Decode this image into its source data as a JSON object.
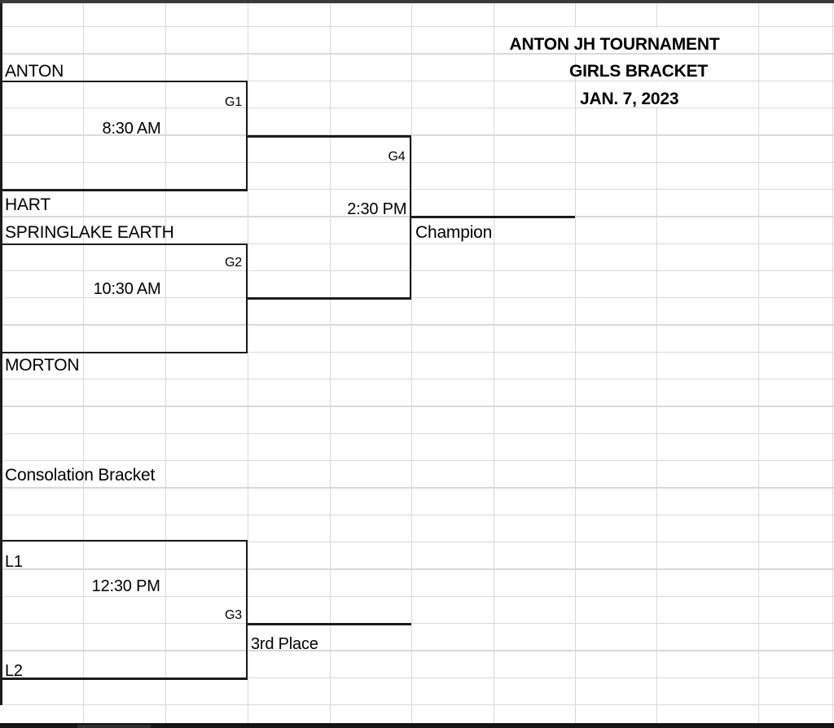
{
  "header": {
    "title": "ANTON JH TOURNAMENT",
    "subtitle": "GIRLS BRACKET",
    "date": "JAN. 7, 2023"
  },
  "bracket": {
    "teams": {
      "team1": "ANTON",
      "team2": "HART",
      "team3": "SPRINGLAKE EARTH",
      "team4": "MORTON"
    },
    "games": {
      "g1": {
        "label": "G1",
        "time": "8:30 AM"
      },
      "g2": {
        "label": "G2",
        "time": "10:30 AM"
      },
      "g4": {
        "label": "G4",
        "time": "2:30 PM"
      }
    },
    "champion_label": "Champion"
  },
  "consolation": {
    "heading": "Consolation Bracket",
    "slots": {
      "l1": "L1",
      "l2": "L2"
    },
    "game": {
      "label": "G3",
      "time": "12:30 PM"
    },
    "third_place_label": "3rd Place"
  },
  "colors": {
    "background": "#ffffff",
    "gridline": "#d9d9d9",
    "border": "#1c1c1c",
    "text": "#000000",
    "top_bar": "#3a3a3a",
    "bottom_bar": "#141414"
  }
}
